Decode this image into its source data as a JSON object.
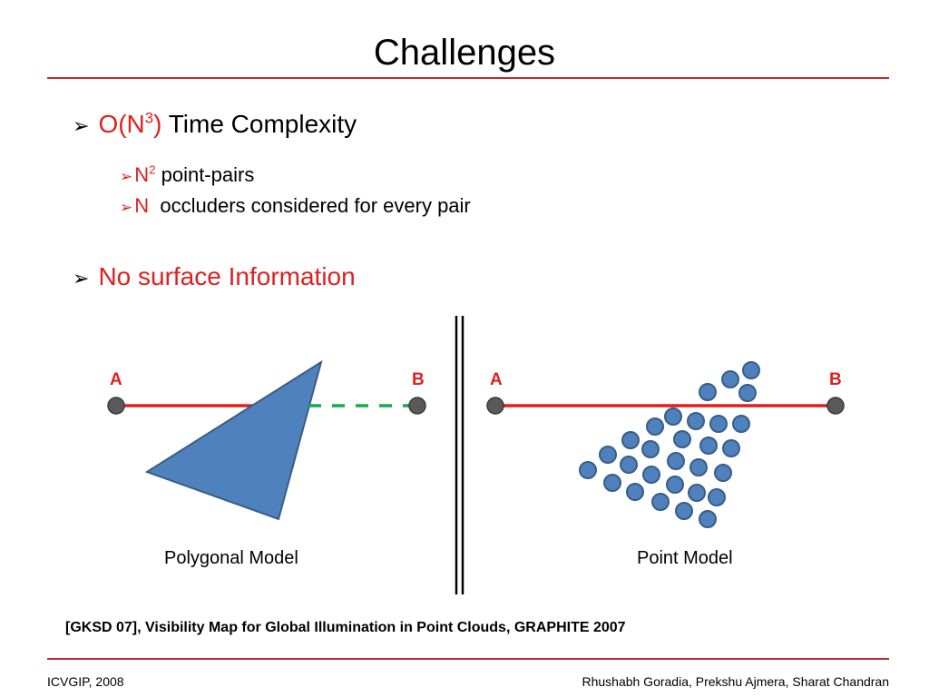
{
  "slide": {
    "title": "Challenges",
    "bullets": [
      {
        "prefix": "O(N",
        "sup": "3",
        "suffix": ")",
        "text": " Time Complexity",
        "subbullets": [
          {
            "red": "N",
            "sup": "2",
            "text": " point-pairs"
          },
          {
            "red": "N",
            "sup": "",
            "text": "  occluders considered for every pair"
          }
        ]
      },
      {
        "red": "No surface Information"
      }
    ],
    "diagram": {
      "left": {
        "label_a": "A",
        "label_b": "B",
        "caption": "Polygonal Model"
      },
      "right": {
        "label_a": "A",
        "label_b": "B",
        "caption": "Point Model"
      },
      "colors": {
        "line": "#e0201f",
        "dashed": "#18a84a",
        "fill": "#4f81bd",
        "stroke": "#385d8a",
        "endpoint": "#595959"
      }
    },
    "citation": "[GKSD 07], Visibility Map for Global Illumination in Point Clouds, GRAPHITE 2007",
    "footer": {
      "left": "ICVGIP, 2008",
      "right": "Rhushabh Goradia, Prekshu Ajmera, Sharat Chandran"
    }
  }
}
